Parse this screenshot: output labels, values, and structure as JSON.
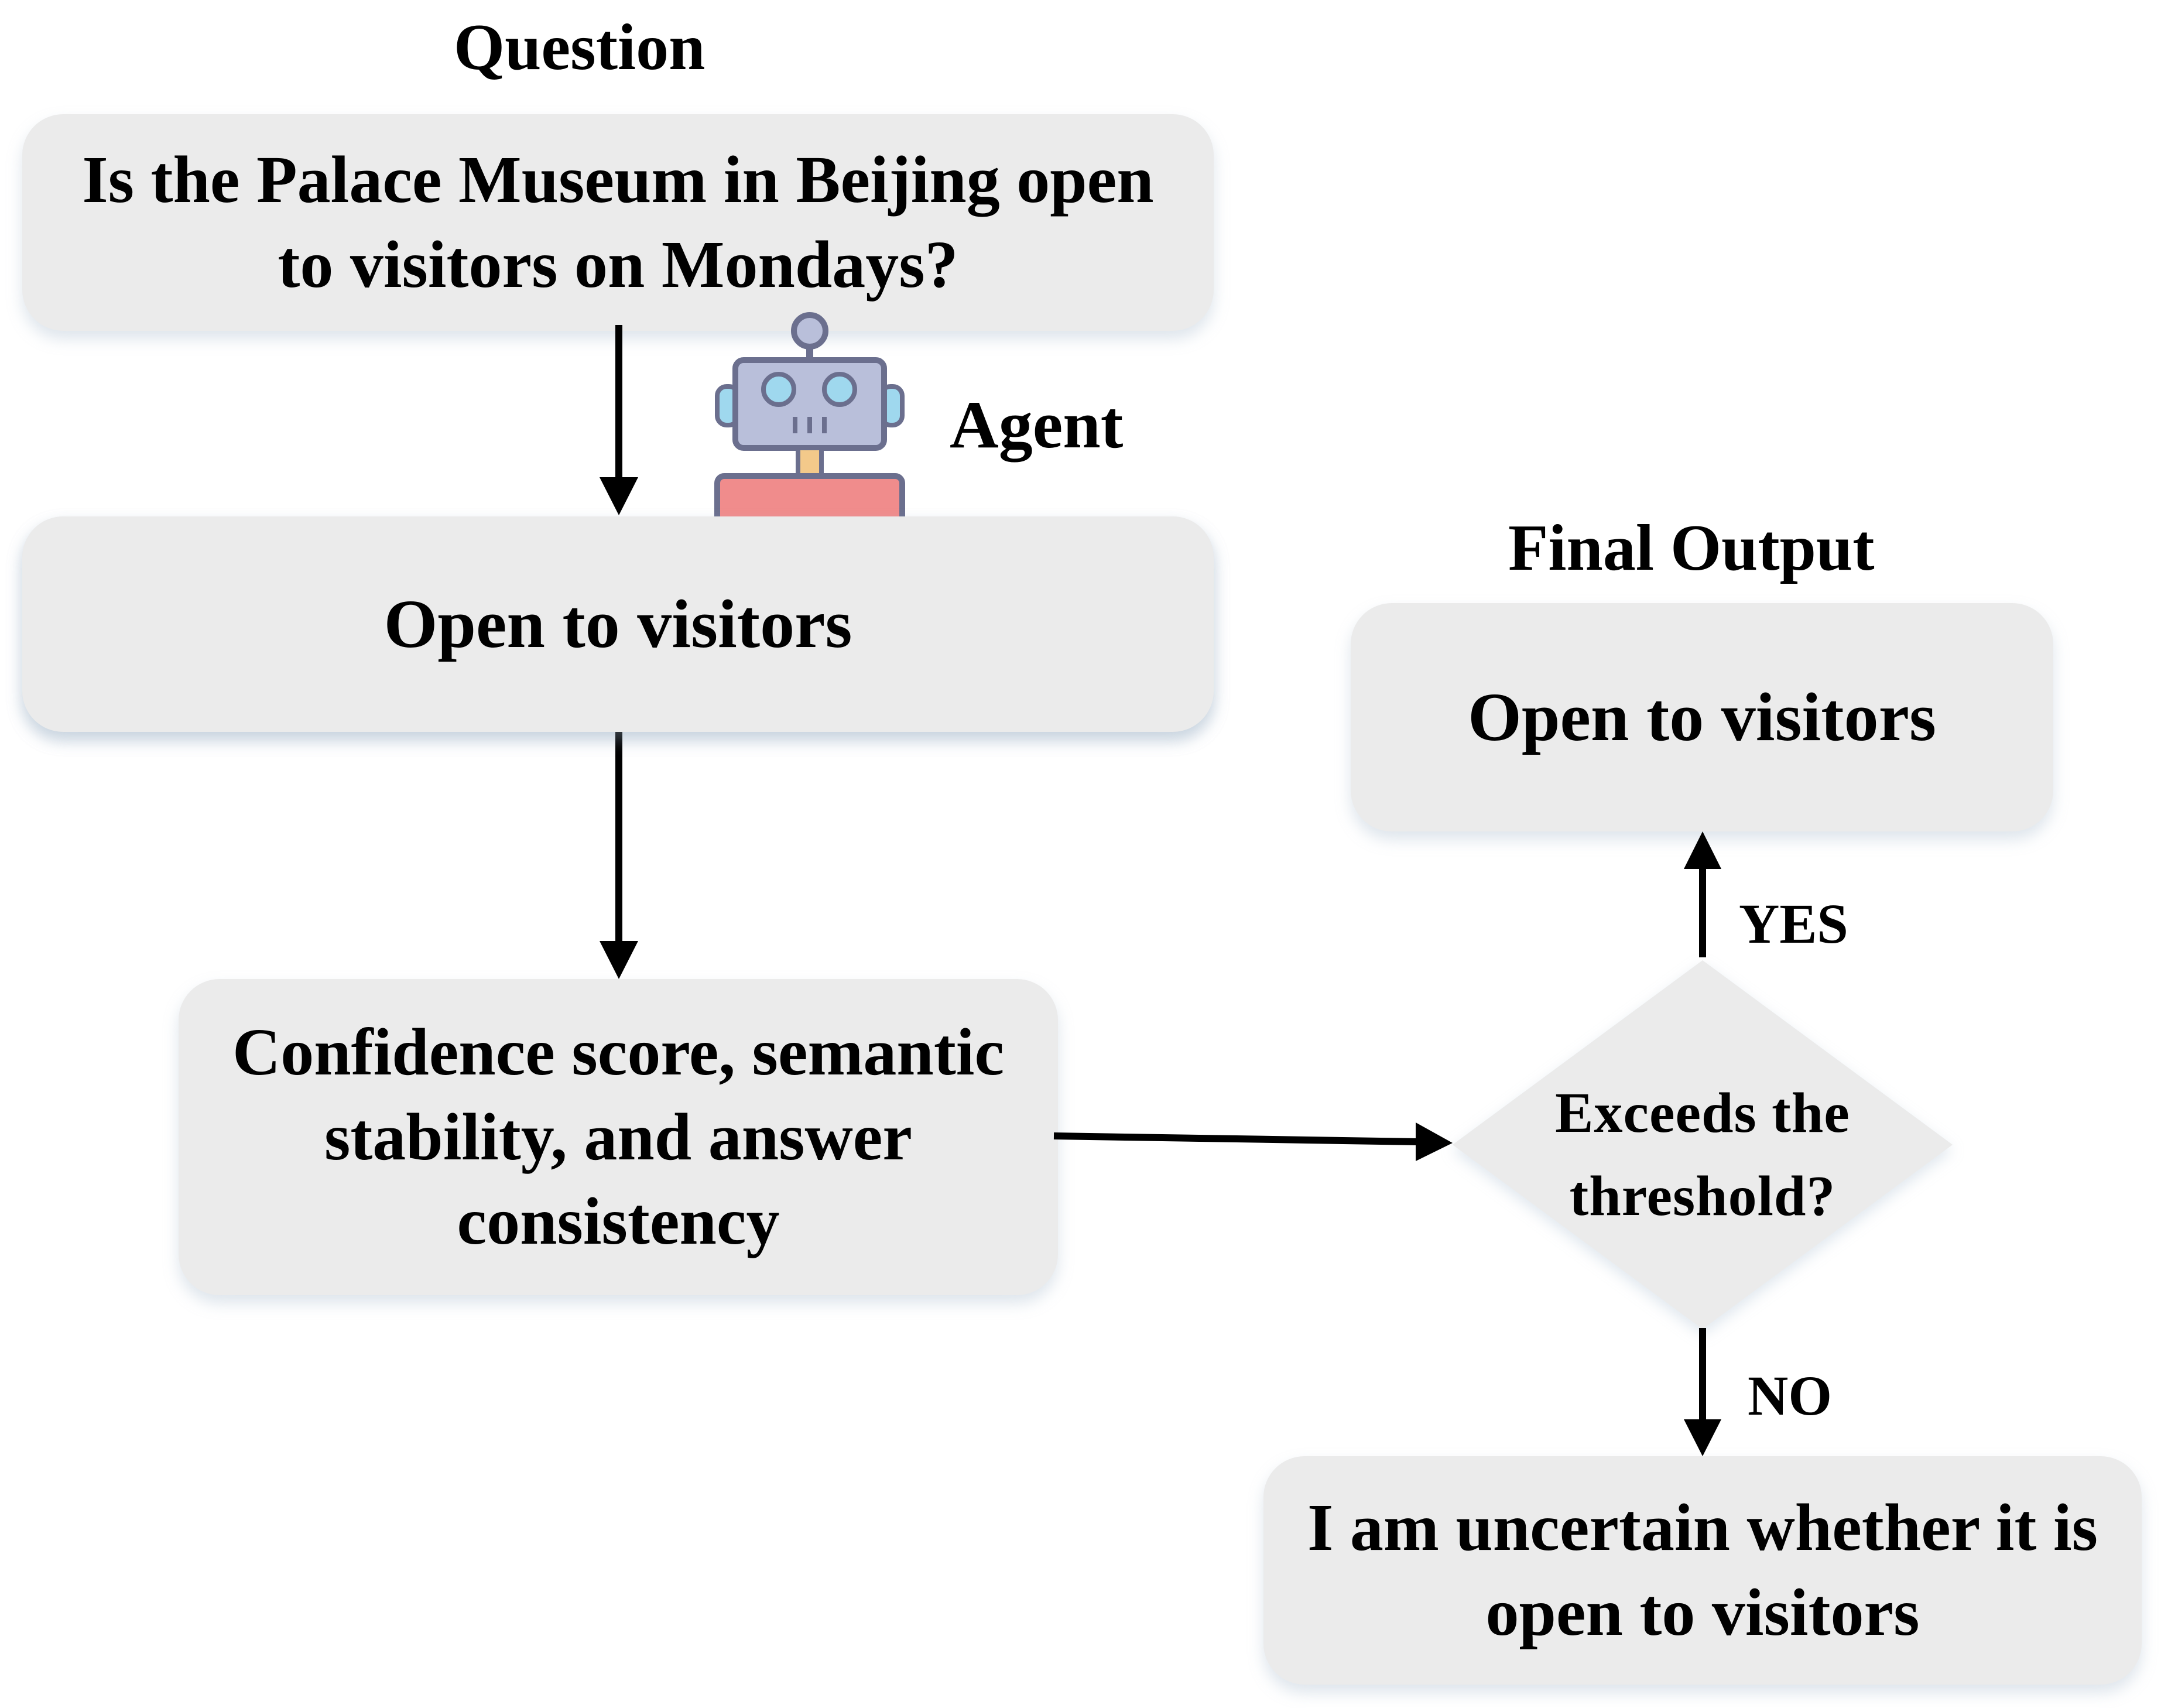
{
  "labels": {
    "question_heading": "Question",
    "agent_label": "Agent",
    "final_output_heading": "Final Output",
    "yes_label": "YES",
    "no_label": "NO"
  },
  "boxes": {
    "question_line1": "Is the Palace Museum in Beijing open",
    "question_line2": "to visitors on Mondays?",
    "agent_answer": "Open to visitors",
    "metrics_line1": "Confidence score, semantic",
    "metrics_line2": "stability, and answer",
    "metrics_line3": "consistency",
    "final_answer": "Open to visitors",
    "uncertain_line1": "I am uncertain whether it is",
    "uncertain_line2": "open to visitors"
  },
  "decision": {
    "line1": "Exceeds the",
    "line2": "threshold?"
  },
  "colors": {
    "box_fill": "#ebebeb",
    "robot_body": "#f08c8c",
    "robot_head": "#b9bfda",
    "robot_outline": "#6b6f8e",
    "robot_eye": "#9fd8ee",
    "robot_neck": "#f3c98a"
  },
  "icons": {
    "agent": "robot-icon"
  }
}
